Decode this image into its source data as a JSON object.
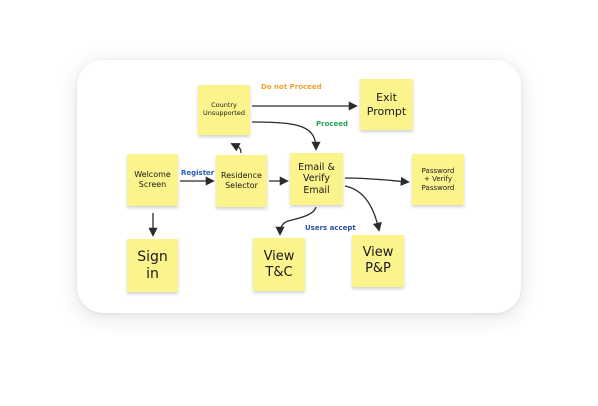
{
  "notes": {
    "welcome": "Welcome\nScreen",
    "country": "Country\nUnsupported",
    "residence": "Residence\nSelector",
    "email": "Email &\nVerify\nEmail",
    "exit": "Exit\nPrompt",
    "password": "Password\n+ Verify\nPassword",
    "signin": "Sign\nin",
    "tc": "View\nT&C",
    "pp": "View\nP&P"
  },
  "labels": {
    "register": "Register",
    "do_not_proceed": "Do not Proceed",
    "proceed": "Proceed",
    "users_accept": "Users accept"
  },
  "colors": {
    "note": "#fbf38c",
    "register_label": "#2a5db0",
    "do_not_proceed_label": "#f0a030",
    "proceed_label": "#22a45a",
    "users_accept_label": "#2a4fa0",
    "arrow": "#2b2b2b"
  }
}
